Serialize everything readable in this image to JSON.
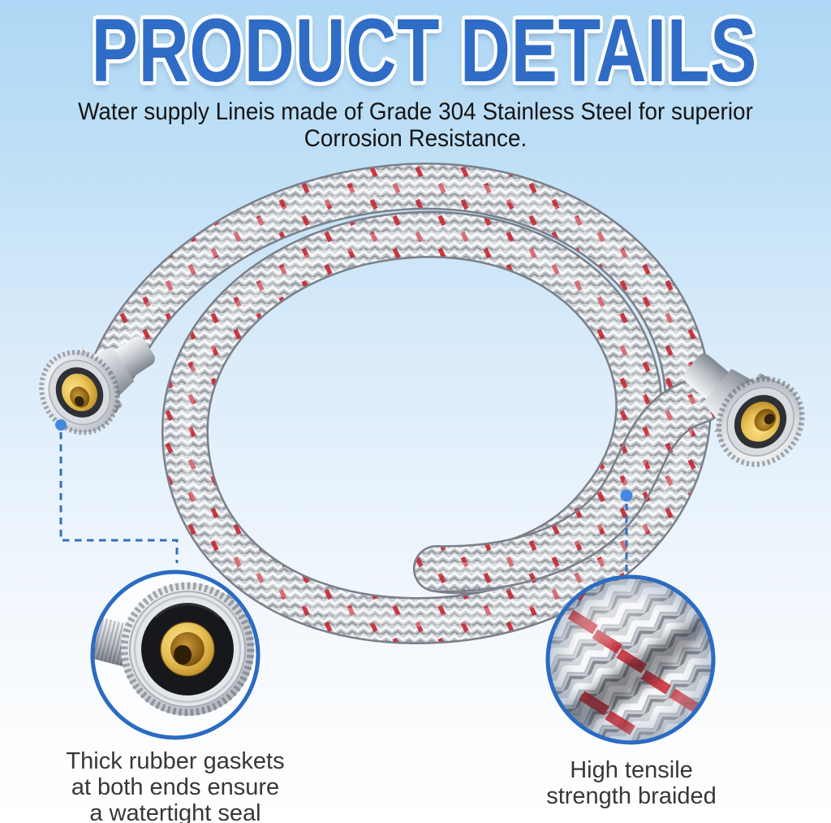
{
  "title": {
    "text": "PRODUCT DETAILS",
    "color": "#2e6cc6"
  },
  "subtitle": {
    "line1": "Water supply Lineis made of Grade 304 Stainless Steel for superior",
    "line2": "Corrosion Resistance.",
    "color": "#141414"
  },
  "illustration": {
    "subject": "braided-stainless-steel-water-supply-hose-coil",
    "left_end": "female-fitting-with-brass-insert",
    "right_end": "female-fitting-with-brass-insert",
    "braid_base_color": "#ced1d5",
    "braid_accent_color": "#c72631",
    "brass_color": "#e9c258",
    "rubber_color": "#17181b"
  },
  "callouts": {
    "left": {
      "icon": "gasket-closeup",
      "caption_lines": [
        "Thick rubber gaskets",
        "at both ends ensure",
        "a watertight seal"
      ]
    },
    "right": {
      "icon": "braid-closeup",
      "caption_lines": [
        "High tensile",
        "strength braided"
      ]
    },
    "connector_color": "#336fc0",
    "ring_color": "#2b6bc2",
    "dot_color": "#4489df"
  },
  "colors": {
    "background_top": "#aed7f5",
    "background_bottom": "#ffffff",
    "caption_text": "#373737"
  }
}
